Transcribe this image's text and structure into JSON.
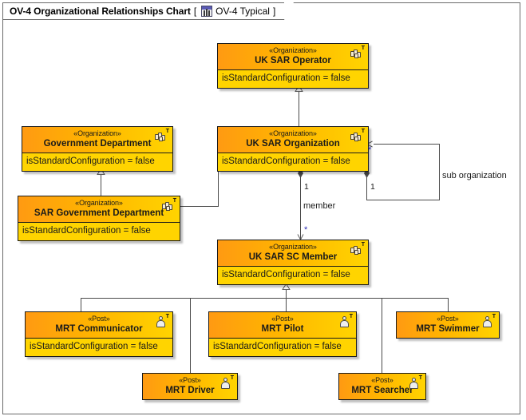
{
  "diagram": {
    "title": "OV-4 Organizational Relationships Chart",
    "bracket_open": "[",
    "bracket_close": "]",
    "icon": "diagram-icon",
    "subtitle": "OV-4 Typical",
    "colors": {
      "node_header_start": "#ff9a12",
      "node_body": "#ffd400",
      "node_border": "#1a1a1a",
      "connector": "#4a4a4a",
      "frame": "#6a6a6a",
      "multiplicity_star": "#2b2bb4"
    }
  },
  "nodes": [
    {
      "id": "uk-sar-operator",
      "stereotype": "«Organization»",
      "name": "UK SAR Operator",
      "attribute": "isStandardConfiguration = false",
      "icon": "organization-icon"
    },
    {
      "id": "government-department",
      "stereotype": "«Organization»",
      "name": "Government Department",
      "attribute": "isStandardConfiguration = false",
      "icon": "organization-icon"
    },
    {
      "id": "uk-sar-organization",
      "stereotype": "«Organization»",
      "name": "UK SAR Organization",
      "attribute": "isStandardConfiguration = false",
      "icon": "organization-icon"
    },
    {
      "id": "sar-government-department",
      "stereotype": "«Organization»",
      "name": "SAR Government Department",
      "attribute": "isStandardConfiguration = false",
      "icon": "organization-icon"
    },
    {
      "id": "uk-sar-sc-member",
      "stereotype": "«Organization»",
      "name": "UK SAR SC Member",
      "attribute": "isStandardConfiguration = false",
      "icon": "organization-icon"
    },
    {
      "id": "mrt-communicator",
      "stereotype": "«Post»",
      "name": "MRT Communicator",
      "attribute": "isStandardConfiguration = false",
      "icon": "post-icon"
    },
    {
      "id": "mrt-pilot",
      "stereotype": "«Post»",
      "name": "MRT Pilot",
      "attribute": "isStandardConfiguration = false",
      "icon": "post-icon"
    },
    {
      "id": "mrt-swimmer",
      "stereotype": "«Post»",
      "name": "MRT Swimmer",
      "attribute": "",
      "icon": "post-icon"
    },
    {
      "id": "mrt-driver",
      "stereotype": "«Post»",
      "name": "MRT Driver",
      "attribute": "",
      "icon": "post-icon"
    },
    {
      "id": "mrt-searcher",
      "stereotype": "«Post»",
      "name": "MRT Searcher",
      "attribute": "",
      "icon": "post-icon"
    }
  ],
  "connector_labels": {
    "member": "member",
    "sub_organization": "sub organization",
    "mult_member_source": "1",
    "mult_member_target": "*",
    "mult_sub_source": "1",
    "mult_sub_target": "*"
  }
}
